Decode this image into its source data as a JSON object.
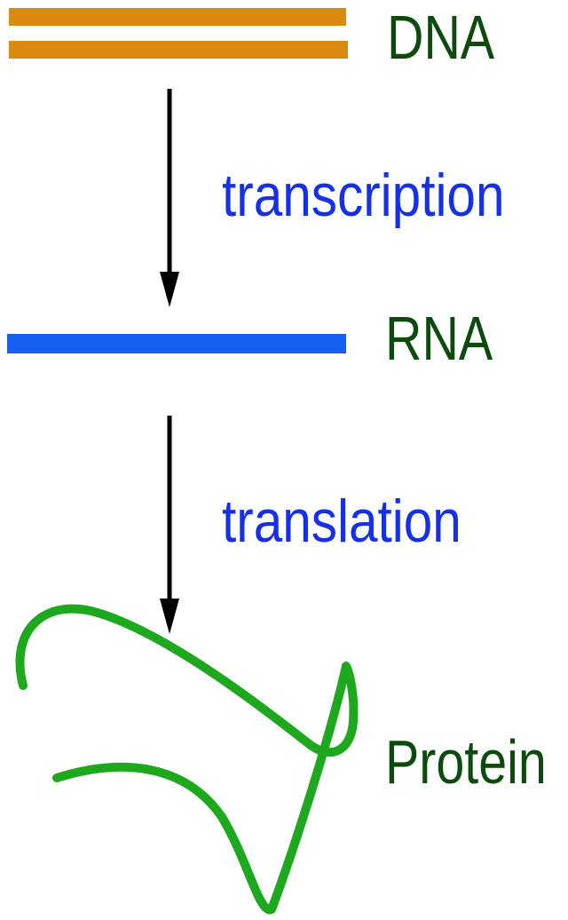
{
  "labels": {
    "dna": "DNA",
    "rna": "RNA",
    "protein": "Protein",
    "transcription": "transcription",
    "translation": "translation"
  },
  "colors": {
    "dna_strand": "#d98a10",
    "rna_strand": "#1560f0",
    "protein_chain": "#1ea81e",
    "molecule_label": "#0d4a0d",
    "process_label": "#1530e6",
    "arrow": "#000000"
  }
}
